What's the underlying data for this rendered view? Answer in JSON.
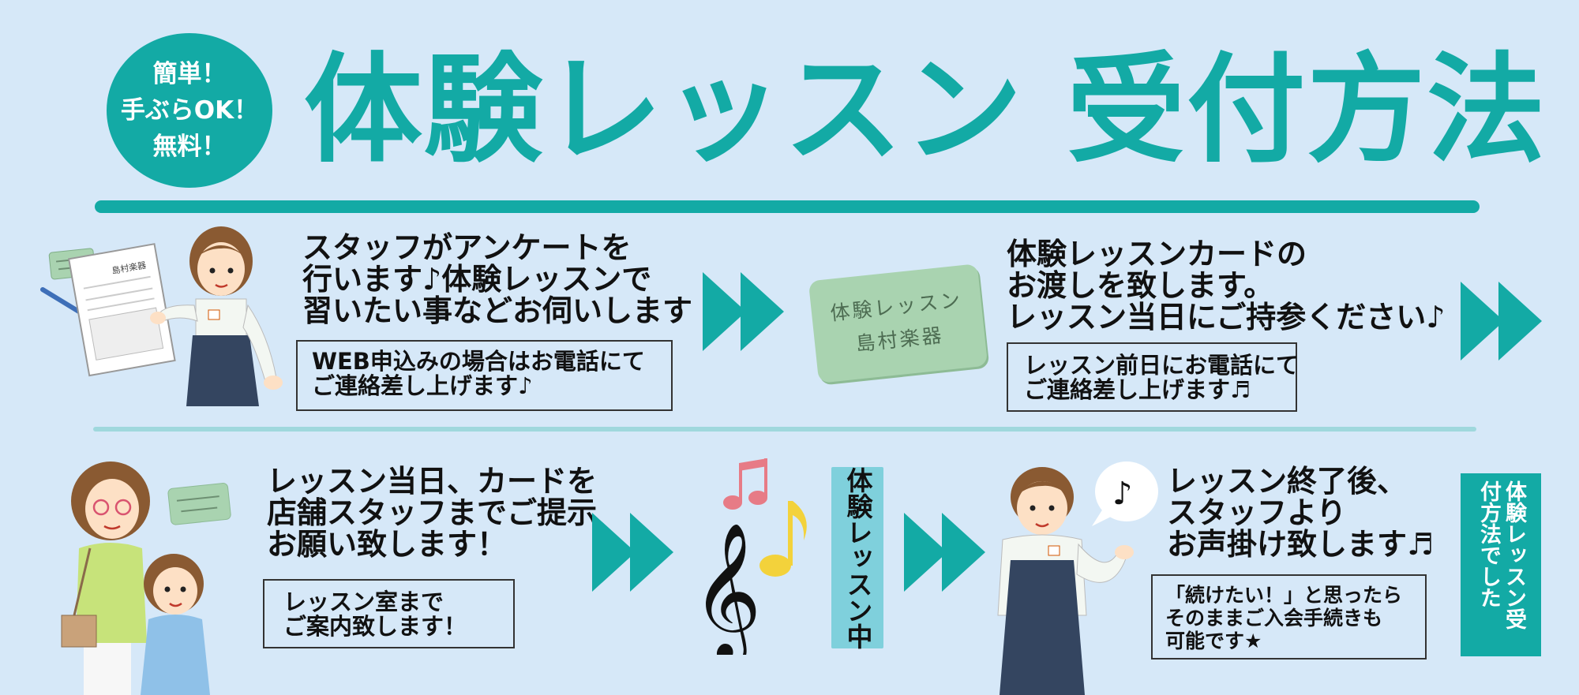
{
  "header": {
    "badge_lines": [
      "簡単！",
      "手ぶらOK！",
      "無料！"
    ],
    "title": "体験レッスン 受付方法"
  },
  "steps": {
    "step1": {
      "text": [
        "スタッフがアンケートを",
        "行います♪体験レッスンで",
        "習いたい事などお伺いします"
      ],
      "note": [
        "WEB申込みの場合はお電話にて",
        "ご連絡差し上げます♪"
      ],
      "paper_label": "島村楽器"
    },
    "step2": {
      "text": [
        "体験レッスンカードの",
        "お渡しを致します。",
        "レッスン当日にご持参ください♪"
      ],
      "note": [
        "レッスン前日にお電話にて",
        "ご連絡差し上げます♬"
      ]
    },
    "step3": {
      "text": [
        "レッスン当日、カードを",
        "店舗スタッフまでご提示",
        "お願い致します！"
      ],
      "note": [
        "レッスン室まで",
        "ご案内致します！"
      ]
    },
    "step4": {
      "vertical_label": "体験レッスン中",
      "note_icon": "♪"
    },
    "step5": {
      "text": [
        "レッスン終了後、",
        "スタッフより",
        "お声掛け致します♬"
      ],
      "note": [
        "「続けたい！」と思ったら",
        "そのままご入会手続きも",
        "可能です★"
      ]
    }
  },
  "card": {
    "line1": "体験レッスン",
    "line2": "島村楽器"
  },
  "closing_label": "体験レッスン受付方法でした",
  "colors": {
    "background": "#d6e8f8",
    "accent": "#13aaa5",
    "vertical_box": "#7fd0dc",
    "card": "#a9d3b0"
  },
  "icons": [
    "double-arrow-icon",
    "music-note-icon",
    "treble-clef-icon",
    "speech-bubble-icon"
  ]
}
